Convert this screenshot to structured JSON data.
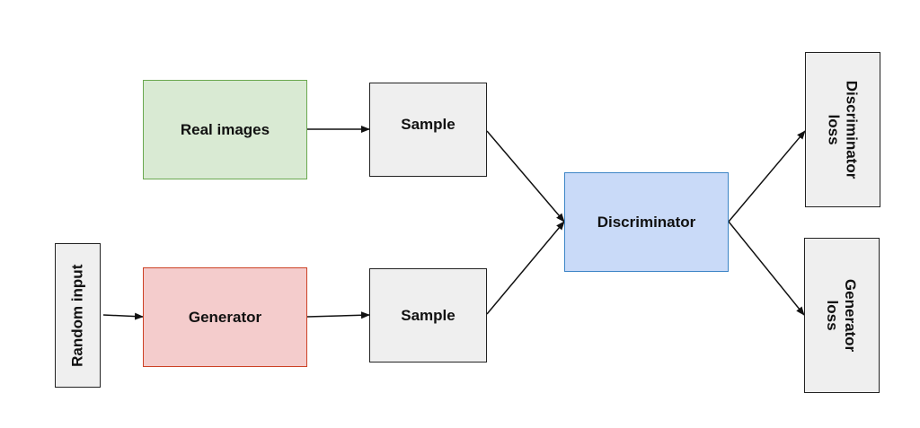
{
  "nodes": {
    "random_input": "Random input",
    "real_images": "Real images",
    "generator": "Generator",
    "sample_top": "Sample",
    "sample_bottom": "Sample",
    "discriminator": "Discriminator",
    "discriminator_loss": "Discriminator\nloss",
    "generator_loss": "Generator\nloss"
  },
  "colors": {
    "real_images_fill": "#d9ead3",
    "generator_fill": "#f4cccc",
    "discriminator_fill": "#c9daf8",
    "neutral_fill": "#efefef"
  }
}
